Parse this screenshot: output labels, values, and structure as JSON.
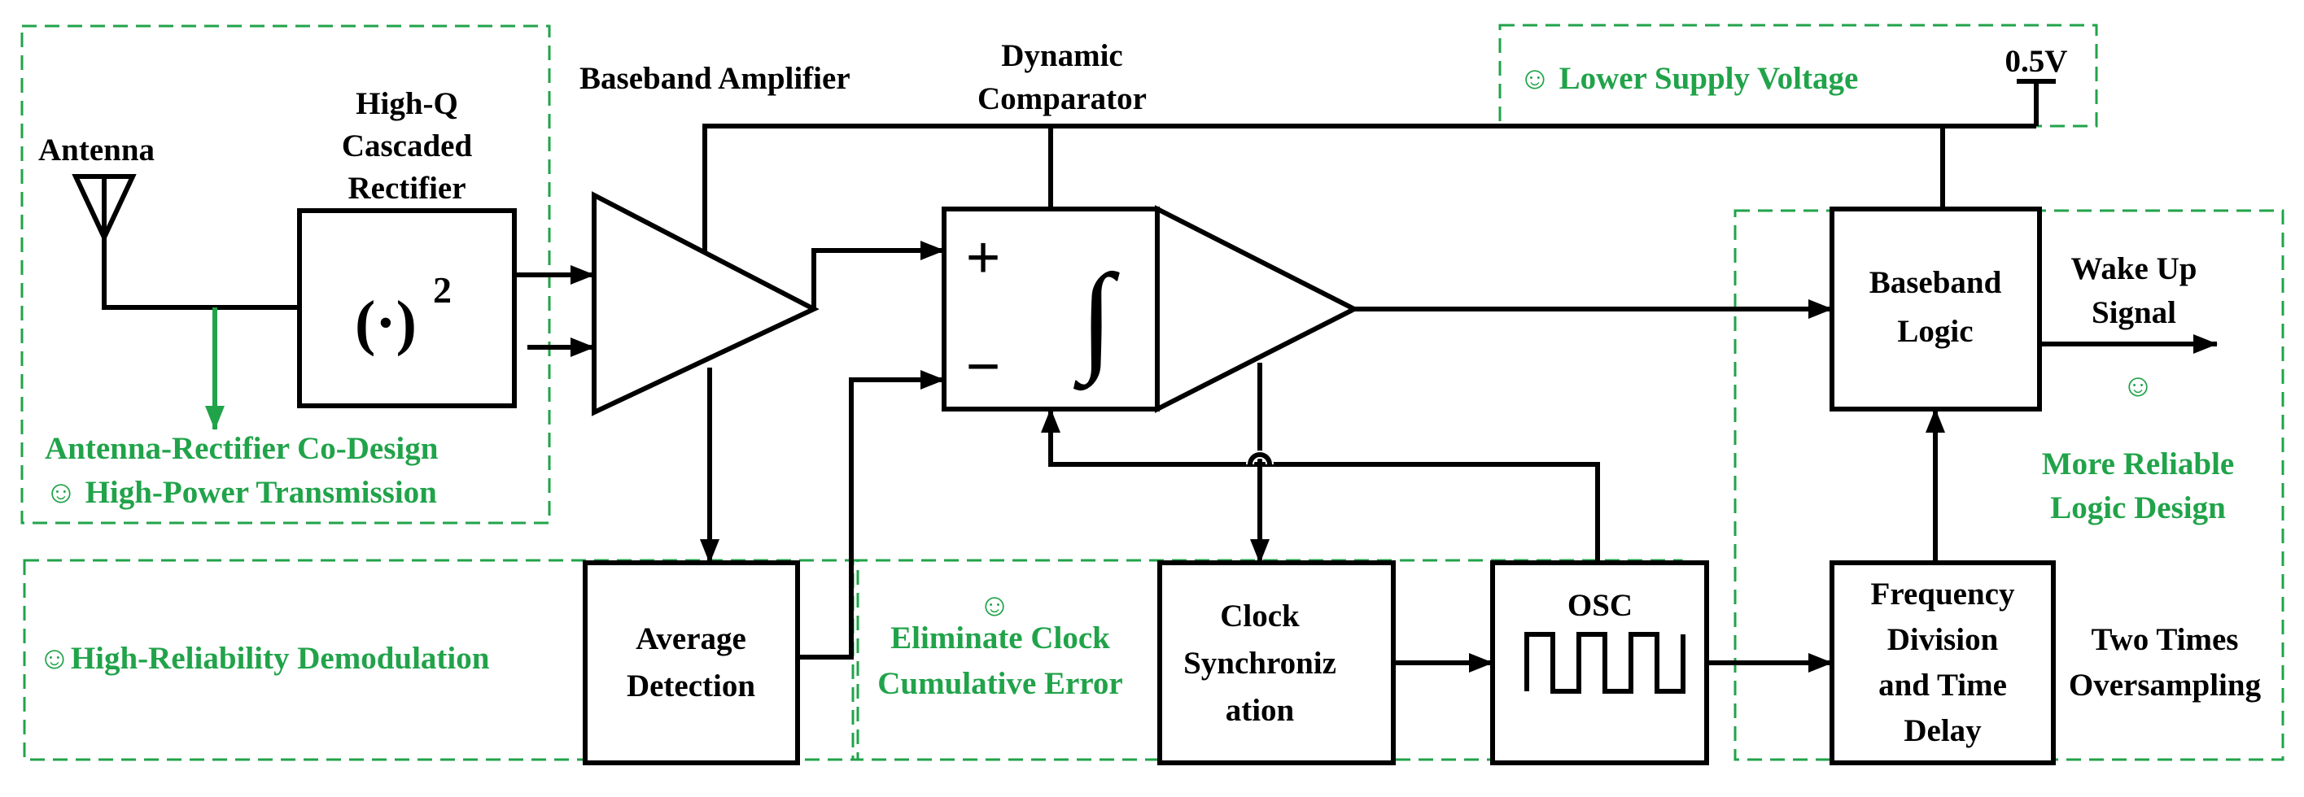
{
  "labels": {
    "antenna": "Antenna",
    "rectifier_title_1": "High-Q",
    "rectifier_title_2": "Cascaded",
    "rectifier_title_3": "Rectifier",
    "rectifier_symbol": "(·)",
    "rectifier_exponent": "2",
    "baseband_amplifier": "Baseband Amplifier",
    "comparator_1": "Dynamic",
    "comparator_2": "Comparator",
    "plus_sign": "+",
    "minus_sign": "−",
    "integral_sign": "∫",
    "supply_voltage": "0.5V",
    "baseband_logic_1": "Baseband",
    "baseband_logic_2": "Logic",
    "wake_up_1": "Wake Up",
    "wake_up_2": "Signal",
    "average_detection_1": "Average",
    "average_detection_2": "Detection",
    "clock_sync_1": "Clock",
    "clock_sync_2": "Synchroniz",
    "clock_sync_3": "ation",
    "osc": "OSC",
    "freq_div_1": "Frequency",
    "freq_div_2": "Division",
    "freq_div_3": "and Time",
    "freq_div_4": "Delay",
    "oversampling_1": "Two Times",
    "oversampling_2": "Oversampling"
  },
  "annotations": {
    "lower_supply": "☺  Lower Supply Voltage",
    "co_design": "Antenna-Rectifier Co-Design",
    "high_power": "☺ High-Power Transmission",
    "high_reliability": "☺High-Reliability Demodulation",
    "clock_smiley": "☺",
    "eliminate_1": "Eliminate Clock",
    "eliminate_2": "Cumulative Error",
    "reliable_smiley": "☺",
    "reliable_1": "More Reliable",
    "reliable_2": "Logic Design"
  },
  "colors": {
    "accent_green": "#21a34a",
    "line": "#000000",
    "background": "#ffffff"
  }
}
